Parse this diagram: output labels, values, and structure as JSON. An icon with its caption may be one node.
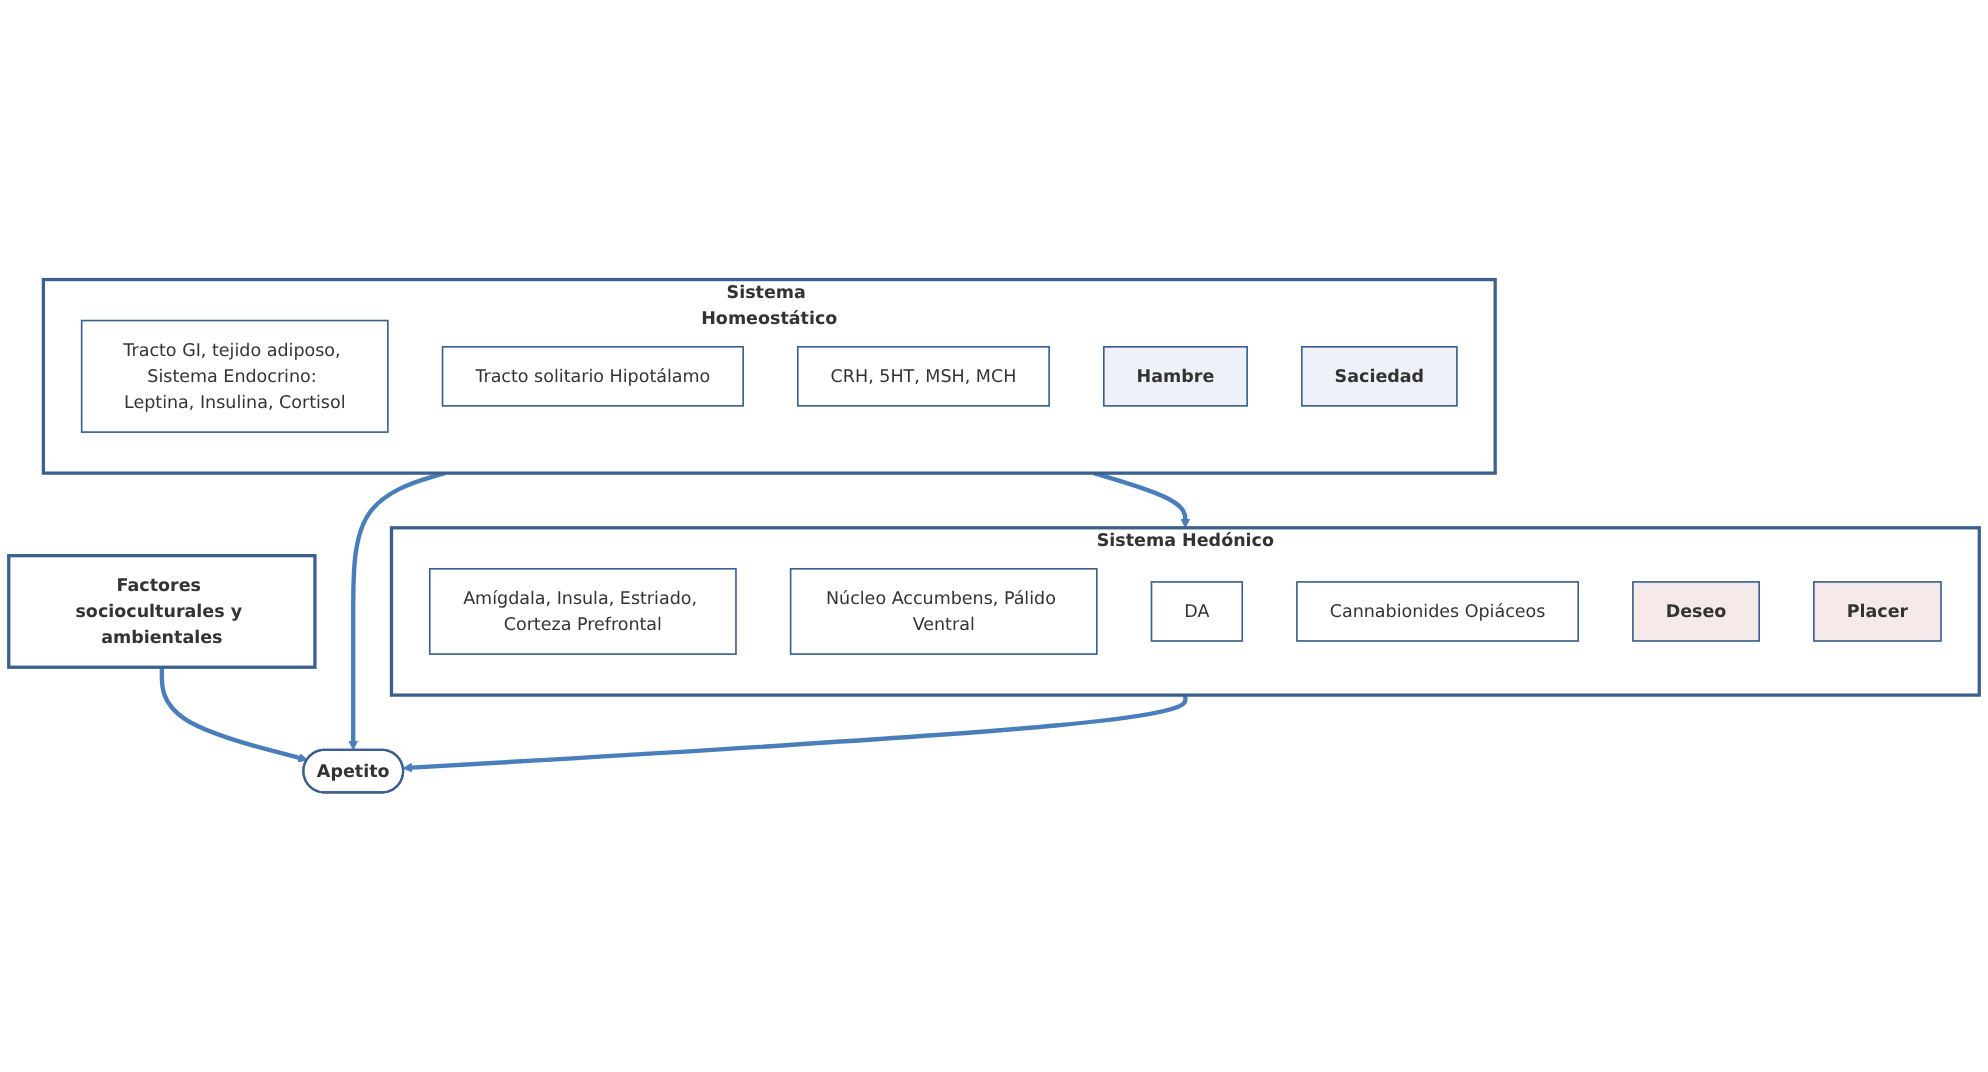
{
  "diagram": {
    "nodes": [
      {
        "text": [
          "Sistema Homeostático"
        ]
      },
      {
        "text": [
          "Tracto GI, tejido adiposo, Sistema Endocrino: Leptina, Insulina, Cortisol"
        ],
        "in": 0
      },
      {
        "text": [
          "Tracto solitario Hipotálamo"
        ],
        "in": 0
      },
      {
        "text": [
          "CRH, 5HT, MSH, MCH"
        ],
        "in": 0
      },
      {
        "text": [
          "Hambre"
        ],
        "in": 0
      },
      {
        "text": [
          "Saciedad"
        ],
        "in": 0
      },
      {
        "text": [
          "Sistema Hedónico"
        ]
      },
      {
        "text": [
          "Amígdala, Insula, Estriado, Corteza Prefrontal"
        ],
        "in": 6
      },
      {
        "text": [
          "Núcleo Accumbens, Pálido Ventral"
        ],
        "in": 6
      },
      {
        "text": [
          "DA"
        ],
        "in": 6
      },
      {
        "text": [
          "Cannabionides Opiáceos"
        ],
        "in": 6
      },
      {
        "text": [
          "Deseo"
        ],
        "in": 6
      },
      {
        "text": [
          "Placer"
        ],
        "in": 6
      },
      {
        "text": [
          "Apetito"
        ]
      },
      {
        "text": [
          "Factores socioculturales y ambientales"
        ]
      }
    ],
    "edges": [
      {
        "from": 0,
        "to": 6,
        "arrow": "to"
      },
      {
        "from": 0,
        "to": 13,
        "arrow": "to"
      },
      {
        "from": 6,
        "to": 13,
        "arrow": "to"
      },
      {
        "from": 14,
        "to": 13,
        "arrow": "to"
      }
    ]
  }
}
